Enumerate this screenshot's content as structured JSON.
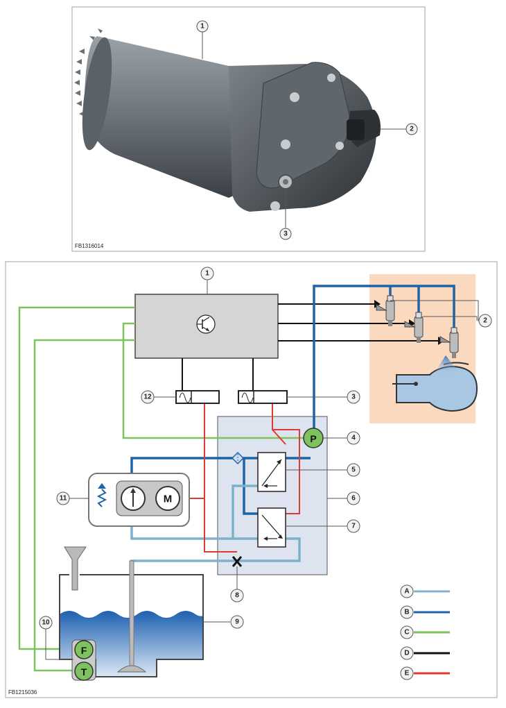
{
  "top_figure": {
    "code": "FB1316014",
    "callouts": [
      "1",
      "2",
      "3"
    ]
  },
  "diagram": {
    "code": "FB1215036",
    "callouts": [
      "1",
      "2",
      "3",
      "4",
      "5",
      "6",
      "7",
      "8",
      "9",
      "10",
      "11",
      "12"
    ],
    "pump_symbol": "P",
    "motor_symbol": "M",
    "sensor_f": "F",
    "sensor_t": "T"
  },
  "legend": [
    {
      "key": "A",
      "color": "#7fb1cd"
    },
    {
      "key": "B",
      "color": "#1e63a6"
    },
    {
      "key": "C",
      "color": "#7dc25e"
    },
    {
      "key": "D",
      "color": "#111111"
    },
    {
      "key": "E",
      "color": "#e03a30"
    }
  ],
  "colors": {
    "pressure_line": "#1e63a6",
    "return_line": "#7fb1cd",
    "signal_line": "#7dc25e",
    "control_line": "#111111",
    "power_line": "#e03a30",
    "module_fill": "#dde4ef",
    "engine_zone_fill": "#fbd9bf"
  }
}
